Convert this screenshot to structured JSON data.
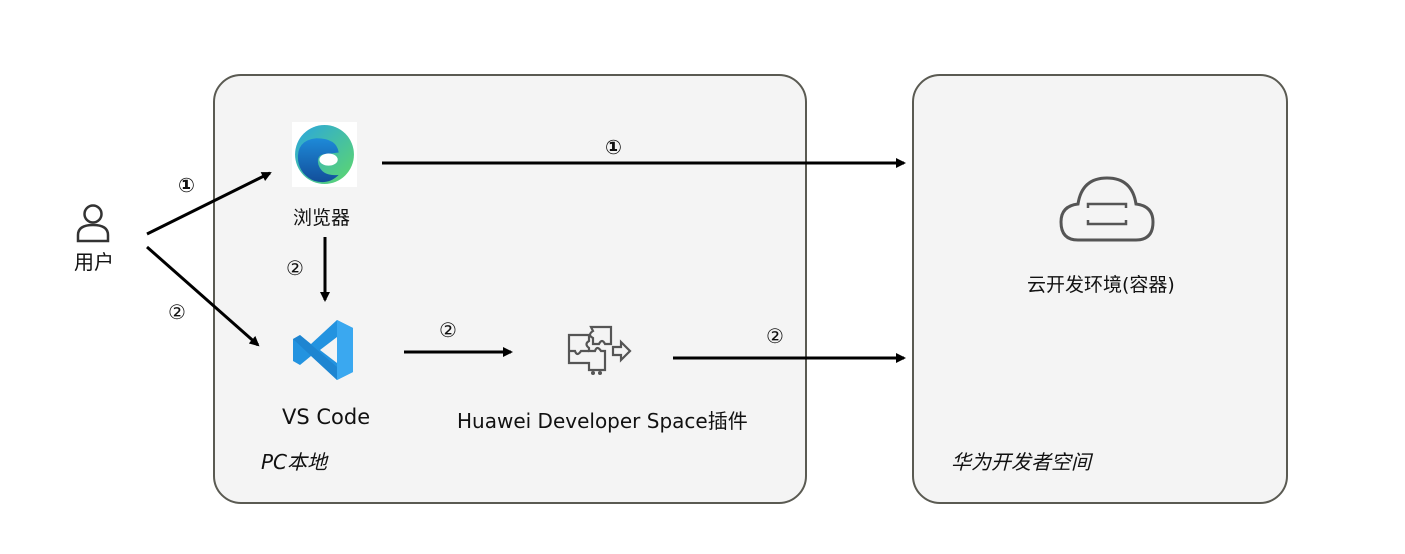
{
  "user": {
    "label": "用户",
    "icon": "user-icon"
  },
  "pc_local": {
    "label": "PC本地",
    "browser": {
      "label": "浏览器",
      "icon": "edge-browser-icon"
    },
    "vscode": {
      "label": "VS Code",
      "icon": "vscode-icon"
    },
    "plugin": {
      "label": "Huawei Developer Space插件",
      "icon": "puzzle-plugin-icon"
    }
  },
  "cloud_space": {
    "label": "华为开发者空间",
    "env": {
      "label": "云开发环境(容器)",
      "icon": "cloud-container-icon"
    }
  },
  "steps": {
    "user_to_browser": "①",
    "browser_to_cloud": "①",
    "browser_to_vscode": "②",
    "user_to_vscode": "②",
    "vscode_to_plugin": "②",
    "plugin_to_cloud": "②"
  },
  "colors": {
    "container_fill": "#f4f4f4",
    "container_border": "#5a5a52",
    "arrow": "#000000",
    "icon_gray": "#555555",
    "vscode_blue": "#1f8ad8",
    "edge_blue": "#1b6fc4",
    "edge_green": "#4fd17a"
  }
}
